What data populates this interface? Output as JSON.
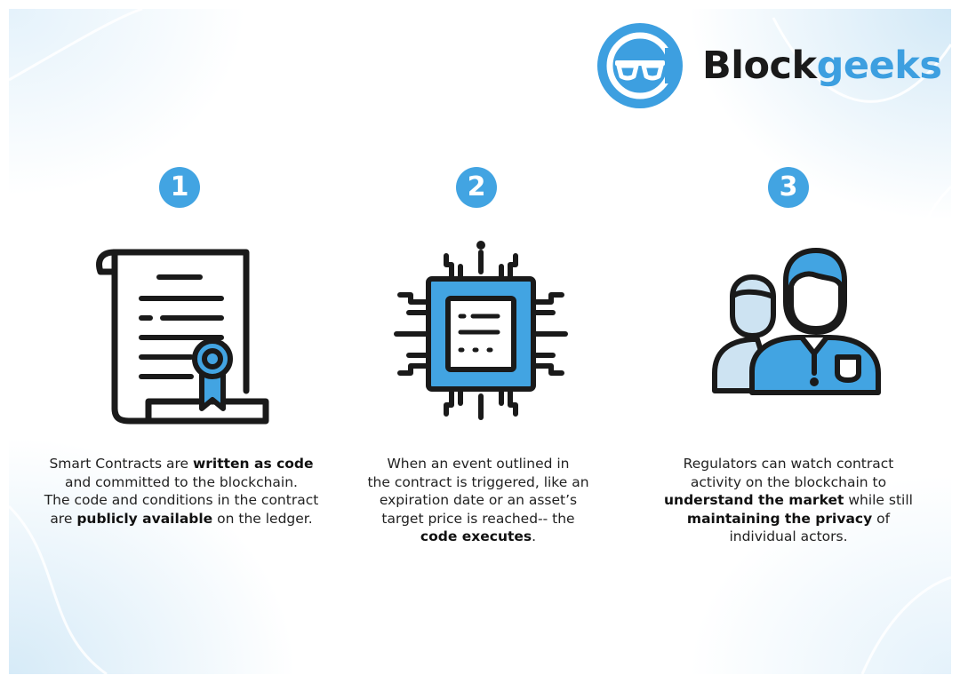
{
  "brand": {
    "name_dark": "Block",
    "name_accent": "geeks",
    "colors": {
      "accent": "#42a4e2",
      "logo_blue": "#3d9fe0",
      "ink": "#1a1a1a"
    }
  },
  "steps": [
    {
      "number": "1",
      "icon": "contract-scroll-icon",
      "caption": {
        "l1a": "Smart Contracts are ",
        "l1b": "written as code",
        "l2": "and committed to the blockchain.",
        "l3": "The code and conditions in the contract",
        "l4a": "are ",
        "l4b": "publicly available",
        "l4c": " on the ledger."
      }
    },
    {
      "number": "2",
      "icon": "microchip-icon",
      "caption": {
        "l1": "When an event outlined in",
        "l2": "the contract is triggered, like an",
        "l3": "expiration date or an asset’s",
        "l4": "target price is reached-- the",
        "l5b": "code executes",
        "l5c": "."
      }
    },
    {
      "number": "3",
      "icon": "regulators-people-icon",
      "caption": {
        "l1": "Regulators can watch contract",
        "l2": "activity on the blockchain to",
        "l3b": "understand the market",
        "l3c": " while still",
        "l4b": "maintaining the privacy",
        "l4c": " of",
        "l5": "individual actors."
      }
    }
  ]
}
